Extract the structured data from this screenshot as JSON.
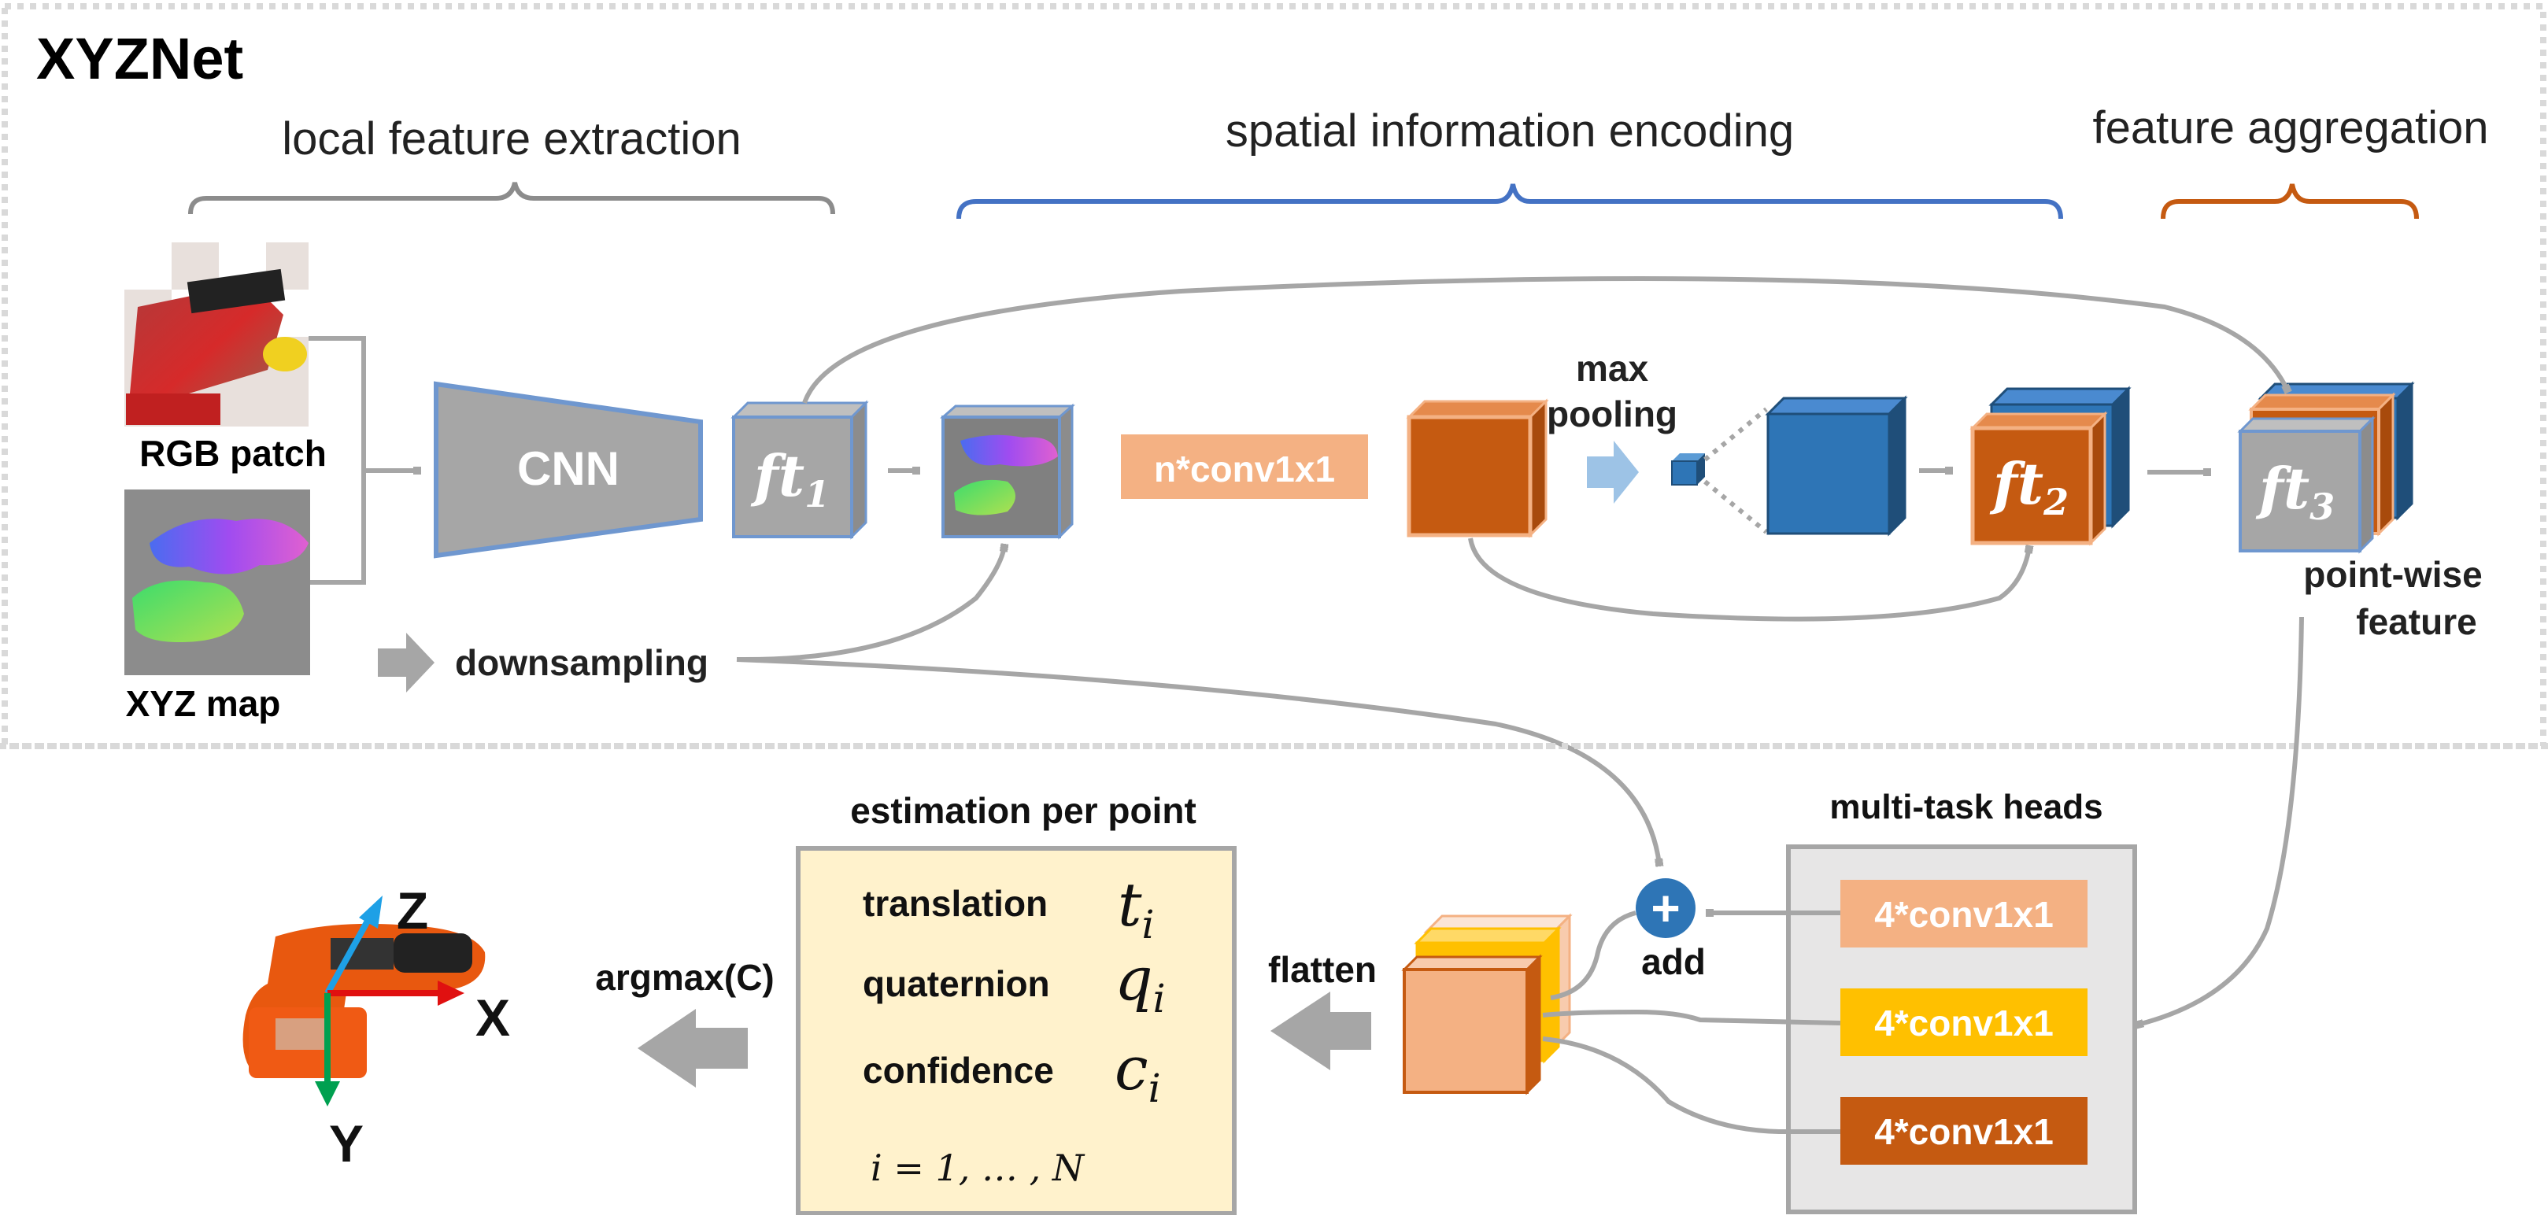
{
  "title": "XYZNet",
  "sections": {
    "local": "local feature extraction",
    "spatial": "spatial information encoding",
    "aggregation": "feature aggregation"
  },
  "inputs": {
    "rgb_label": "RGB patch",
    "xyz_label": "XYZ map"
  },
  "blocks": {
    "cnn": "CNN",
    "ft1_base": "ft",
    "ft1_sub": "1",
    "ft2_base": "ft",
    "ft2_sub": "2",
    "ft3_base": "ft",
    "ft3_sub": "3",
    "nconv": "n*conv1x1",
    "max_pooling_1": "max",
    "max_pooling_2": "pooling",
    "downsampling": "downsampling",
    "pointwise_1": "point-wise",
    "pointwise_2": "feature"
  },
  "heads": {
    "title": "multi-task heads",
    "head1": "4*conv1x1",
    "head2": "4*conv1x1",
    "head3": "4*conv1x1",
    "add": "add",
    "flatten": "flatten"
  },
  "estimation": {
    "title": "estimation per point",
    "translation": "translation",
    "translation_sym": "t",
    "quaternion": "quaternion",
    "quaternion_sym": "q",
    "confidence": "confidence",
    "confidence_sym": "c",
    "sub": "i",
    "range": "i = 1, … , N"
  },
  "output": {
    "argmax": "argmax(C)",
    "axis_z": "Z",
    "axis_x": "X",
    "axis_y": "Y"
  },
  "colors": {
    "gray_block": "#a6a6a6",
    "blue_edge": "#6f97cf",
    "orange_dark": "#c55a11",
    "orange_light": "#f4b183",
    "blue_dark": "#2e75b6",
    "yellow": "#ffc000",
    "beige": "#fff2cc",
    "arrow_gray": "#a6a6a6"
  }
}
